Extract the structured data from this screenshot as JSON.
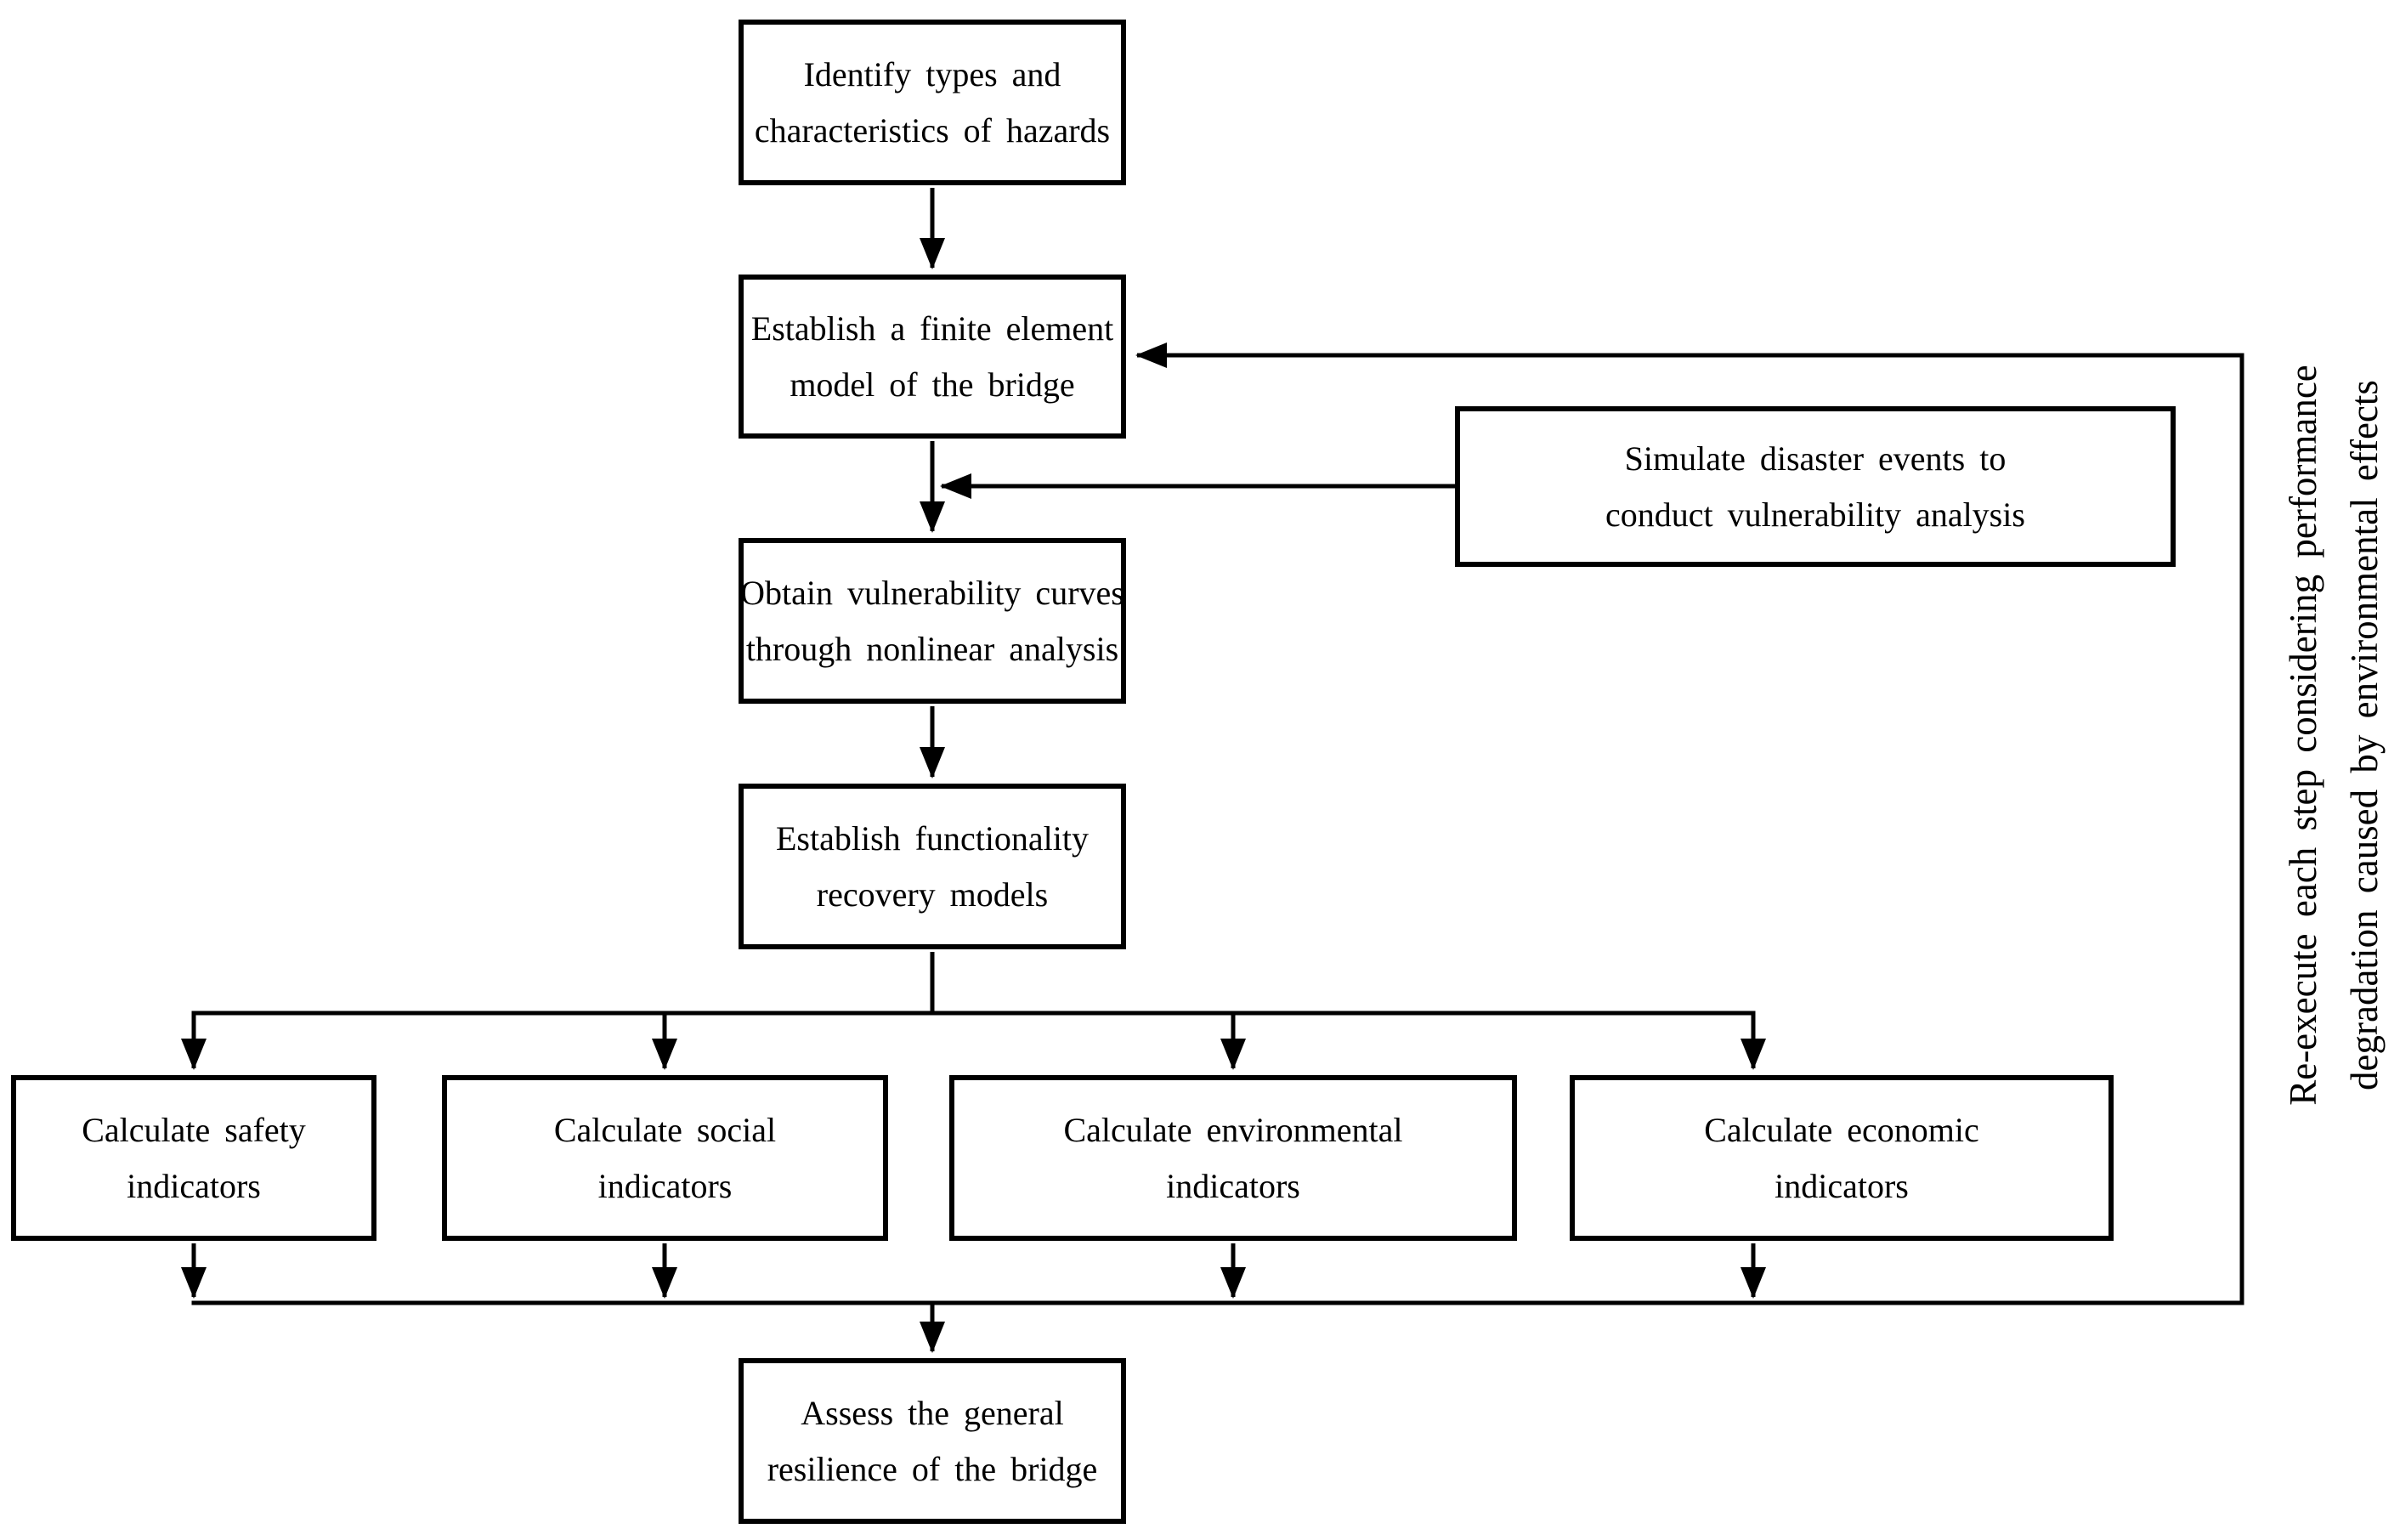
{
  "diagram": {
    "type": "flowchart",
    "topic": "Bridge resilience assessment workflow",
    "nodes": {
      "identify": {
        "line1": "Identify types and",
        "line2": "characteristics of hazards"
      },
      "fem": {
        "line1": "Establish a finite element",
        "line2": "model of the bridge"
      },
      "simulate": {
        "line1": "Simulate disaster events to",
        "line2": "conduct vulnerability analysis"
      },
      "vulnerability": {
        "line1": "Obtain vulnerability curves",
        "line2": "through nonlinear analysis"
      },
      "recovery": {
        "line1": "Establish functionality",
        "line2": "recovery models"
      },
      "safety": {
        "line1": "Calculate safety",
        "line2": "indicators"
      },
      "social": {
        "line1": "Calculate social",
        "line2": "indicators"
      },
      "environmental": {
        "line1": "Calculate environmental",
        "line2": "indicators"
      },
      "economic": {
        "line1": "Calculate economic",
        "line2": "indicators"
      },
      "assess": {
        "line1": "Assess the general",
        "line2": "resilience of the bridge"
      }
    },
    "feedback_label": {
      "line1": "Re-execute each step considering performance",
      "line2": "degradation caused by environmental effects"
    },
    "colors": {
      "line": "#000000",
      "box_border": "#000000",
      "box_background": "#ffffff",
      "page_background": "#ffffff"
    }
  }
}
